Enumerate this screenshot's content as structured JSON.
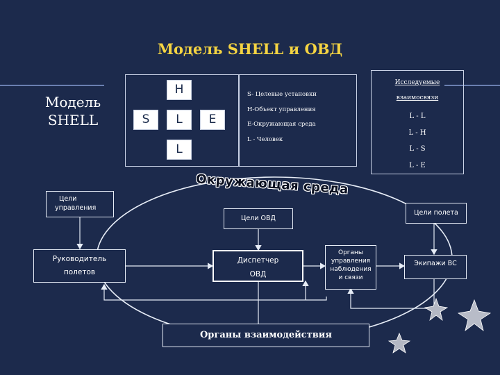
{
  "title": "Модель SHELL и ОВД",
  "shell": {
    "label_line1": "Модель",
    "label_line2": "SHELL",
    "h": "H",
    "s": "S",
    "l_center": "L",
    "e": "E",
    "l_bottom": "L",
    "legend": [
      "S- Целевые установки",
      "Н-Объект управления",
      "Е-Окружающая среда",
      "L - Человек"
    ]
  },
  "relations": {
    "heading_line1": "Исследуемые",
    "heading_line2": "взаимосвязи",
    "items": [
      "L - L",
      "L - H",
      "L - S",
      "L - E"
    ]
  },
  "environment_label": "Окружающая среда",
  "nodes": {
    "goals_mgmt_line1": "Цели",
    "goals_mgmt_line2": "управления",
    "goals_atm": "Цели ОВД",
    "goals_flight": "Цели полета",
    "manager_line1": "Руководитель",
    "manager_line2": "полетов",
    "dispatcher_line1": "Диспетчер",
    "dispatcher_line2": "ОВД",
    "organs_line1": "Органы",
    "organs_line2": "управления",
    "organs_line3": "наблюдения",
    "organs_line4": "и связи",
    "crews": "Экипажи ВС",
    "interaction": "Органы взаимодействия"
  },
  "colors": {
    "background": "#1c2a4c",
    "title": "#f5d442",
    "box_fill": "#ffffff",
    "box_text": "#1a2a4a",
    "line": "#e6ecf6"
  }
}
